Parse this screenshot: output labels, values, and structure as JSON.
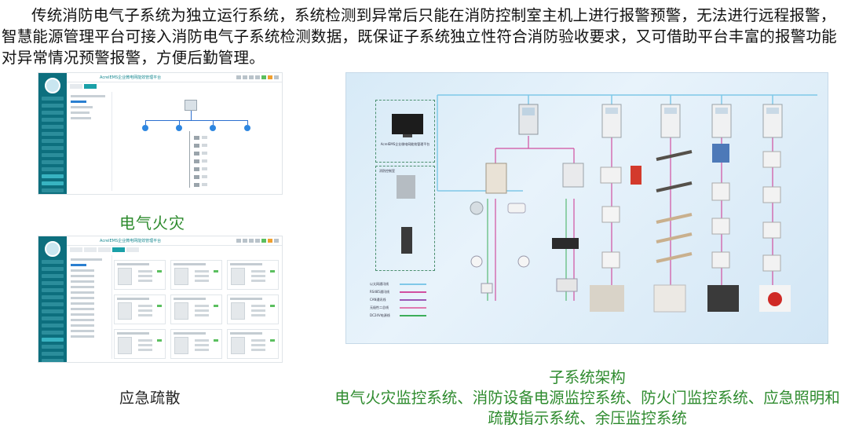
{
  "intro_text": "传统消防电气子系统为独立运行系统，系统检测到异常后只能在消防控制室主机上进行报警预警，无法进行远程报警，智慧能源管理平台可接入消防电气子系统检测数据，既保证子系统独立性符合消防验收要求，又可借助平台丰富的报警功能对异常情况预警报警，方便后勤管理。",
  "screens": {
    "electrical_fire": {
      "caption": "电气火灾",
      "app_title": "AcrelEMS企业微电网能效管理平台"
    },
    "evacuation": {
      "caption": "应急疏散",
      "app_title": "AcrelEMS企业微电网能效管理平台"
    }
  },
  "architecture": {
    "caption_title": "子系统架构",
    "caption_desc": "电气火灾监控系统、消防设备电源监控系统、防火门监控系统、应急照明和疏散指示系统、余压监控系统",
    "platform_label": "AcrelEMS企业微电网能效管理平台",
    "control_room_label": "消防控制室",
    "legend": [
      {
        "label": "以太网通讯线",
        "color": "#7fc8e8"
      },
      {
        "label": "RS485通讯线",
        "color": "#d04fa0"
      },
      {
        "label": "CAN通讯线",
        "color": "#9b59b6"
      },
      {
        "label": "无极性二总线",
        "color": "#e07ab0"
      },
      {
        "label": "DC24V电源线",
        "color": "#3cae5a"
      }
    ],
    "colors": {
      "ethernet": "#7fc8e8",
      "rs485": "#d04fa0",
      "bus": "#3cae5a"
    }
  }
}
